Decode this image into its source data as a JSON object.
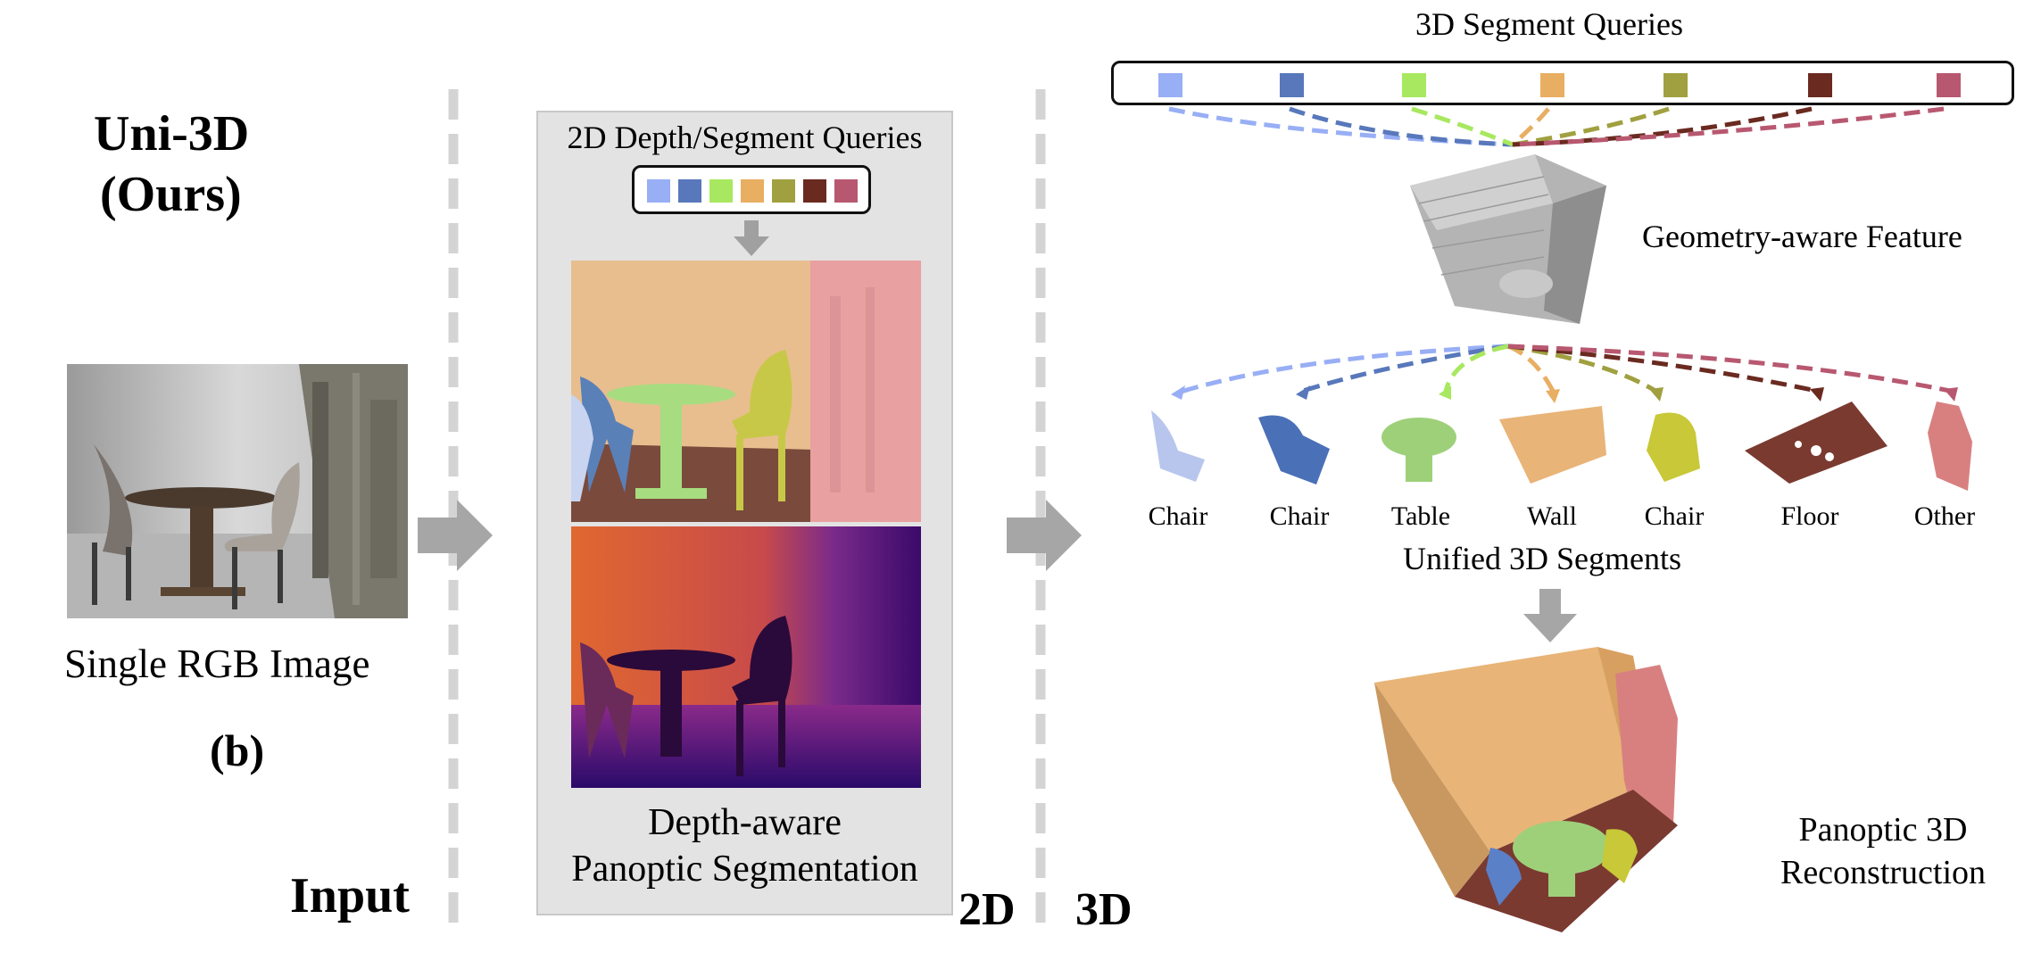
{
  "method": {
    "name_line1": "Uni-3D",
    "name_line2": "(Ours)"
  },
  "input_section": {
    "image_caption": "Single RGB Image",
    "panel_letter": "(b)",
    "label": "Input"
  },
  "section_2d": {
    "queries_title": "2D Depth/Segment Queries",
    "caption_line1": "Depth-aware",
    "caption_line2": "Panoptic Segmentation",
    "label": "2D"
  },
  "section_3d": {
    "queries_title": "3D Segment Queries",
    "feature_label": "Geometry-aware Feature",
    "segments_title": "Unified 3D Segments",
    "segments": [
      "Chair",
      "Chair",
      "Table",
      "Wall",
      "Chair",
      "Floor",
      "Other"
    ],
    "recon_line1": "Panoptic 3D",
    "recon_line2": "Reconstruction",
    "label": "3D"
  },
  "query_colors": [
    "#98aef5",
    "#5878bb",
    "#a8e860",
    "#e8ae62",
    "#a0a040",
    "#6a2a20",
    "#b85870"
  ],
  "colors": {
    "arrow_gray": "#a6a6a6",
    "divider_gray": "#d4d4d4",
    "panel_bg": "#e3e3e3"
  }
}
